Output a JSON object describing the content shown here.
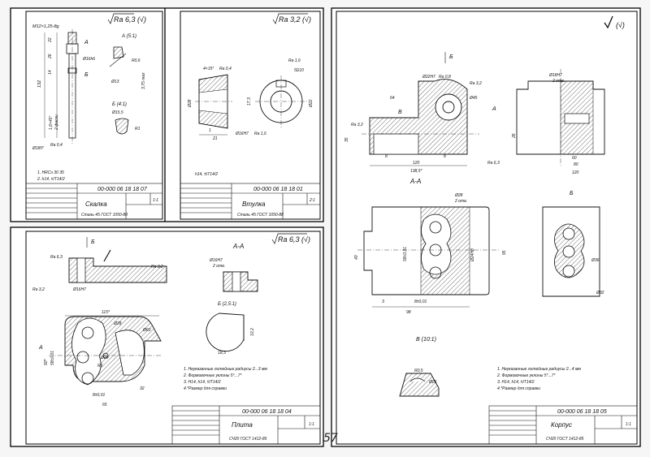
{
  "page_number": "57",
  "drawings": {
    "skalka": {
      "roughness": "Ra 6,3 (√)",
      "thread": "M12×1,25-8g",
      "view_a": "А (5:1)",
      "view_b": "Б (4:1)",
      "label_a": "А",
      "label_b": "Б",
      "dims": [
        "22",
        "26",
        "132",
        "14",
        "1,6×45°",
        "2 фаски",
        "Ø16h6",
        "Ø13",
        "Ø18f7",
        "R0,6",
        "R1",
        "3,75 max",
        "Ø15,5",
        "Ra 0,4"
      ],
      "notes": [
        "1. HRCэ 30 35",
        "2. h14, ±IT14/2"
      ],
      "code": "00-000 06 18 18 07",
      "name": "Скалка",
      "material": "Сталь 45 ГОСТ 1050-88",
      "scale": "1:1"
    },
    "vtulka": {
      "roughness": "Ra 3,2 (√)",
      "dims": [
        "4×15°",
        "Ø28",
        "1",
        "21",
        "Ø16H7",
        "Ø22",
        "17,3",
        "5D10",
        "Ra 0,4",
        "Ra 1,6"
      ],
      "notes": [
        "h14, ±IT14/2"
      ],
      "code": "00-000 06 18 18 01",
      "name": "Втулка",
      "material": "Сталь 45 ГОСТ 1050-88",
      "scale": "2:1"
    },
    "plita": {
      "roughness": "Ra 6,3 (√)",
      "view_b_label": "Б",
      "section_aa": "А-А",
      "view_b": "Б (2,5:1)",
      "dims": [
        "Ra 6,3",
        "Ra 3,2",
        "Ø16H7",
        "115*",
        "Ø28",
        "Ø60",
        "R6",
        "Ø20",
        "58±0,01",
        "90*",
        "8±0,01",
        "65",
        "32",
        "18,3",
        "10,2",
        "Ø16H7",
        "2 отв."
      ],
      "notes": [
        "1. Неуказанные литейные радиусы 2...3 мм",
        "2. Формовочные уклоны 5°...7°",
        "3. H14, h14, ±IT14/2",
        "4.*Размер для справки"
      ],
      "code": "00-000 06 18 18 04",
      "name": "Плита",
      "material": "СЧ20 ГОСТ 1412-85",
      "scale": "1:1"
    },
    "korpus": {
      "roughness": "(√)",
      "view_b_label": "Б",
      "section_aa": "А-А",
      "view_b": "Б",
      "view_v": "В (10:1)",
      "dims": [
        "Ø22H7",
        "Ra 0,8",
        "Ra 3,2",
        "Ø45",
        "64",
        "Ra 3,2",
        "35",
        "8",
        "8",
        "120",
        "138,5*",
        "Ra 6,3",
        "Ø18H7",
        "2 отв.",
        "26",
        "60",
        "80",
        "120",
        "Ø28",
        "2 отв.",
        "Ø24H8",
        "58±0,01",
        "40",
        "95",
        "8±0,01",
        "98",
        "Ø36",
        "Ø32",
        "R0,5",
        "Ø26",
        "3"
      ],
      "notes": [
        "1. Неуказанные литейные радиусы 2...4 мм",
        "2. Формовочные уклоны 5°...7°",
        "3. H14, h14, ±IT14/2",
        "4.*Размер для справки"
      ],
      "code": "00-000 06 18 18 05",
      "name": "Корпус",
      "material": "СЧ20 ГОСТ 1412-85",
      "scale": "1:1"
    }
  }
}
